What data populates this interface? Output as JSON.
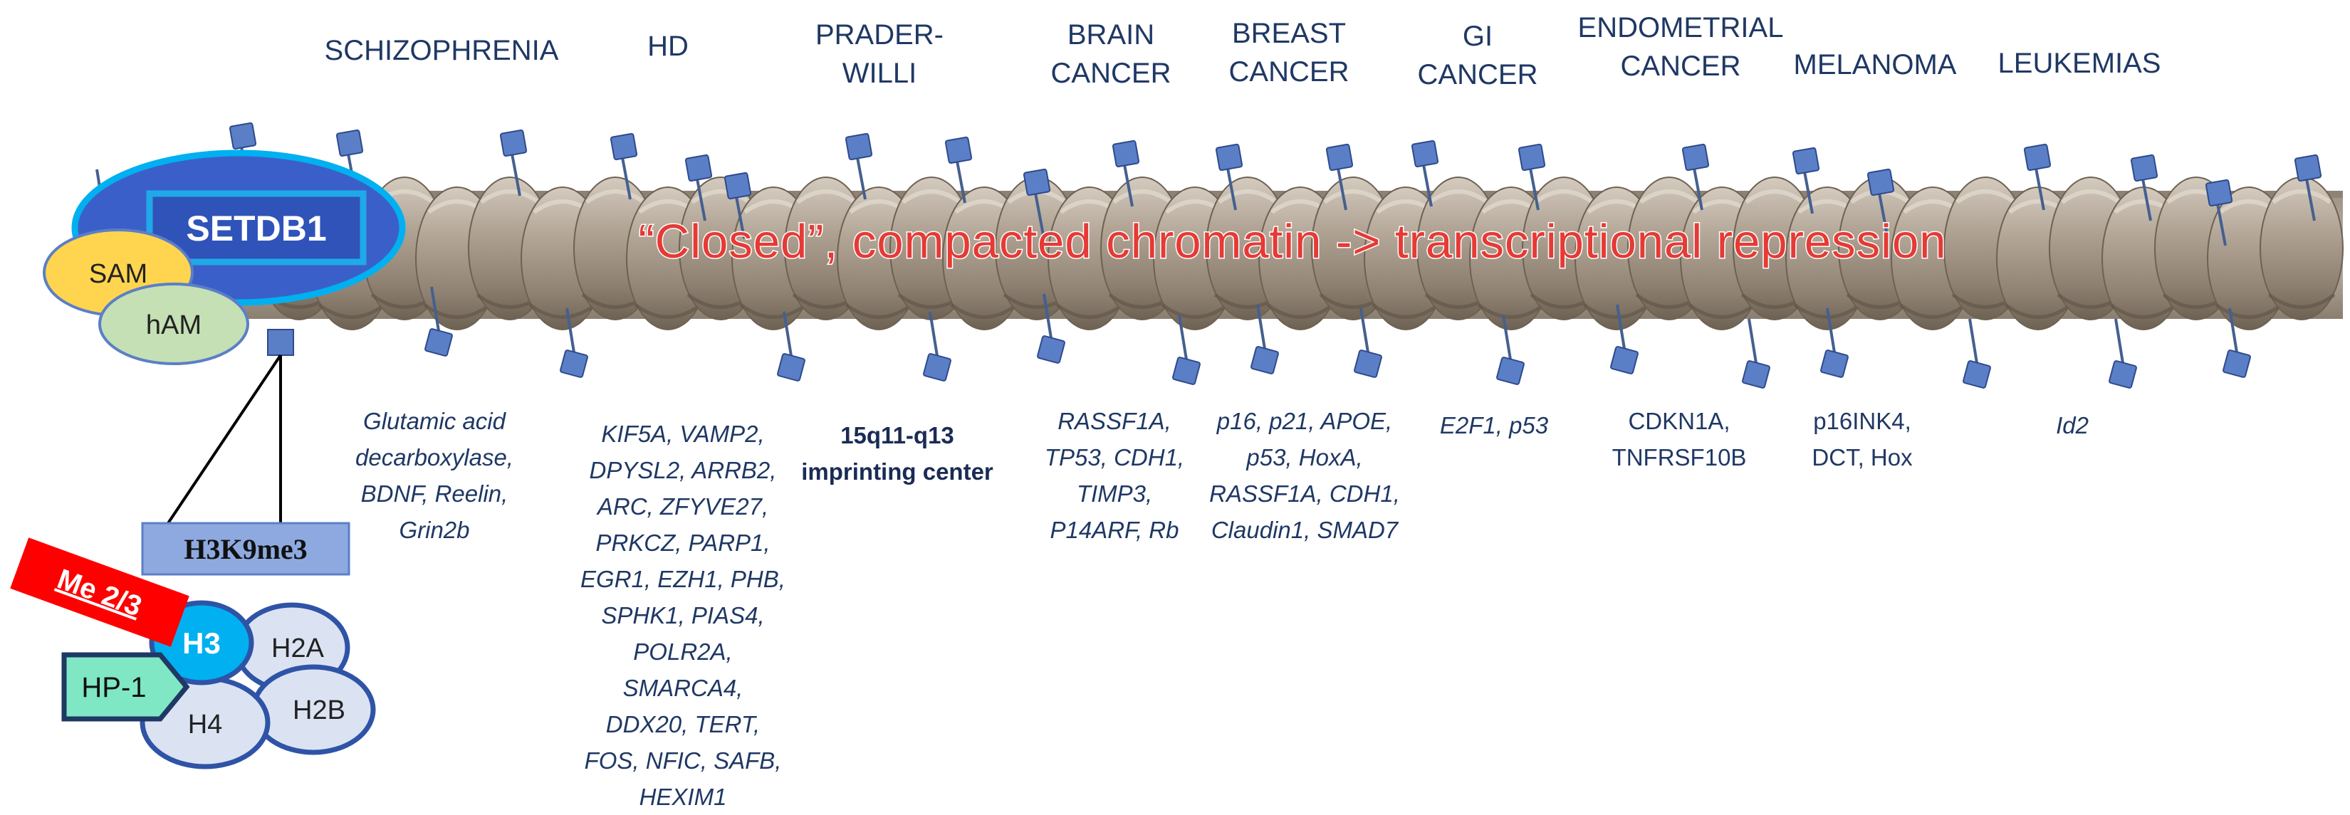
{
  "diseases": [
    {
      "label": "SCHIZOPHRENIA",
      "genes": "Glutamic acid\ndecarboxylase,\nBDNF, Reelin,\nGrin2b"
    },
    {
      "label": "HD",
      "genes": "KIF5A, VAMP2,\nDPYSL2, ARRB2,\nARC, ZFYVE27,\nPRKCZ, PARP1,\nEGR1, EZH1, PHB,\nSPHK1, PIAS4,\nPOLR2A,\nSMARCA4,\nDDX20, TERT,\nFOS, NFIC, SAFB,\nHEXIM1"
    },
    {
      "label": "PRADER-\nWILLI",
      "genes": "15q11-q13\nimprinting center"
    },
    {
      "label": "BRAIN\nCANCER",
      "genes": "RASSF1A,\nTP53, CDH1,\nTIMP3,\nP14ARF, Rb"
    },
    {
      "label": "BREAST\nCANCER",
      "genes": "p16, p21, APOE,\np53, HoxA,\nRASSF1A, CDH1,\nClaudin1, SMAD7"
    },
    {
      "label": "GI\nCANCER",
      "genes": "E2F1, p53"
    },
    {
      "label": "ENDOMETRIAL\nCANCER",
      "genes": "CDKN1A,\nTNFRSF10B"
    },
    {
      "label": "MELANOMA",
      "genes": "p16INK4,\nDCT, Hox"
    },
    {
      "label": "LEUKEMIAS",
      "genes": "Id2"
    }
  ],
  "chromatin_label": "“Closed”, compacted chromatin -> transcriptional repression",
  "setdb1_label": "SETDB1",
  "sam_label": "SAM",
  "ham_label": "hAM",
  "mark_label": "H3K9me3",
  "me_label": "Me 2/3",
  "hp1_label": "HP-1",
  "histones": {
    "h3": "H3",
    "h2a": "H2A",
    "h4": "H4",
    "h2b": "H2B"
  },
  "colors": {
    "text_dark": "#1f3864",
    "nucleosome": "#b0a395",
    "tag": "#5b7fc7",
    "setdb1_outer": "#3b5fc8",
    "setdb1_inner": "#1fa9e8",
    "repression_text": "#e53a35",
    "me_red": "#ff0000",
    "hp1_fill": "#7fe7c4",
    "h3_fill": "#00b0f0",
    "histone_fill": "#dbe3f3",
    "mark_box": "#8ea9e0",
    "sam_fill": "#ffd54f",
    "ham_fill": "#c5e0b4"
  }
}
